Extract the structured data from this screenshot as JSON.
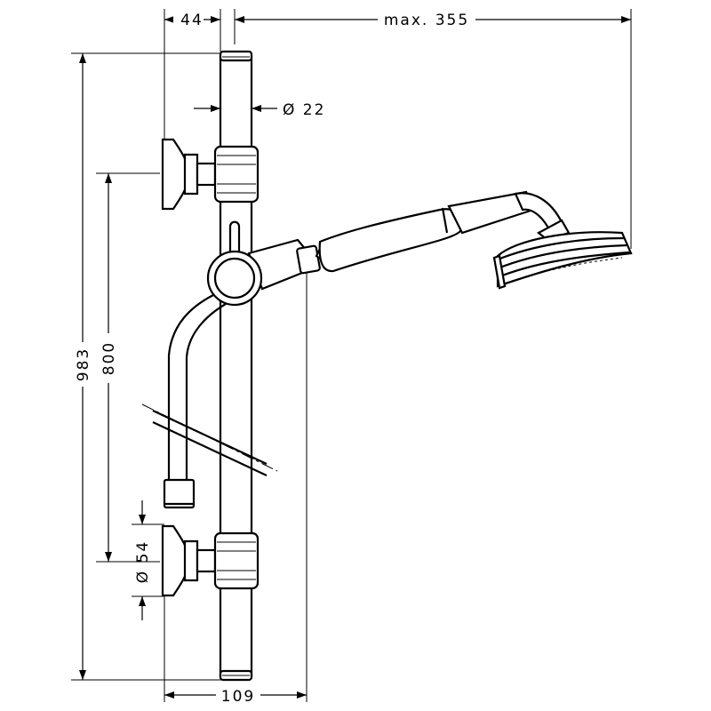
{
  "dimensions": {
    "bracket_offset": "44",
    "max_reach": "max. 355",
    "rail_diameter": "Ø 22",
    "total_height": "983",
    "bracket_spacing": "800",
    "flange_diameter": "Ø 54",
    "total_depth": "109"
  }
}
